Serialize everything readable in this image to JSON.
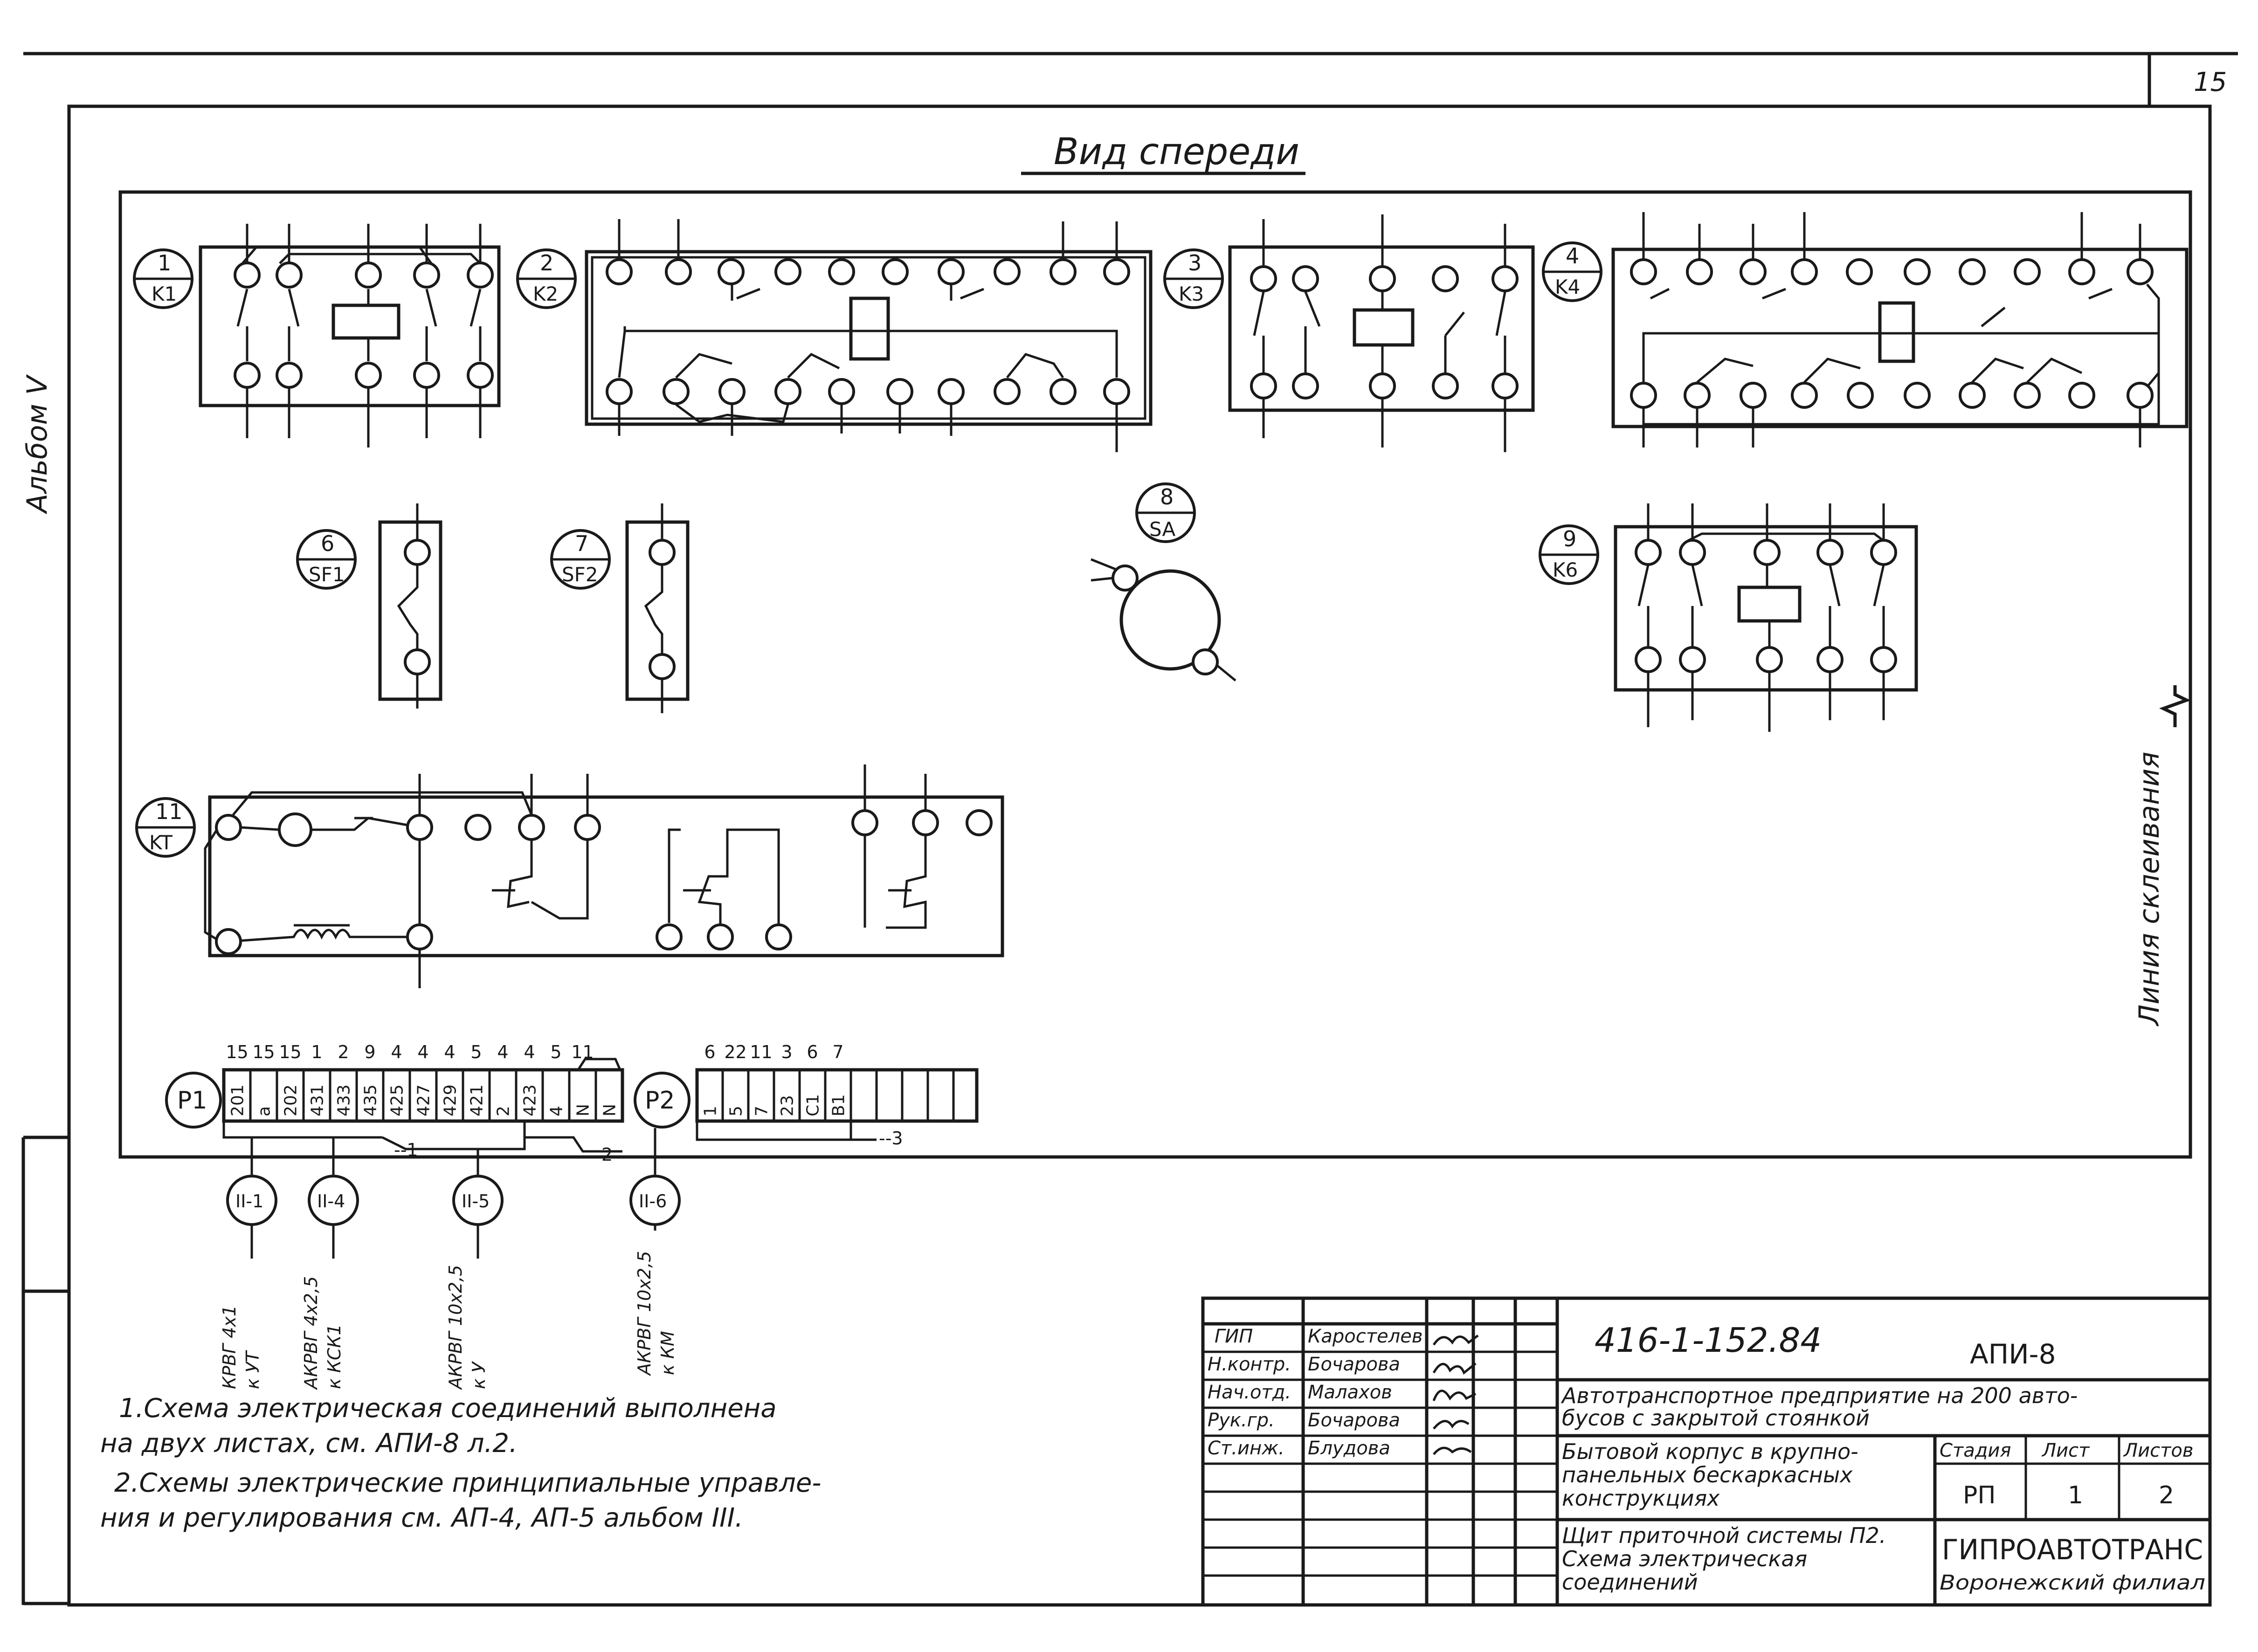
{
  "page_number": "15",
  "view_title": "Вид спереди",
  "album_label": "Альбом V",
  "glue_line_label": "Линия склеивания",
  "devices": {
    "k1": {
      "num": "1",
      "code": "K1"
    },
    "k2": {
      "num": "2",
      "code": "K2"
    },
    "k3": {
      "num": "3",
      "code": "K3"
    },
    "k4": {
      "num": "4",
      "code": "K4"
    },
    "sf1": {
      "num": "6",
      "code": "SF1"
    },
    "sf2": {
      "num": "7",
      "code": "SF2"
    },
    "sa": {
      "num": "8",
      "code": "SA"
    },
    "k6": {
      "num": "9",
      "code": "K6"
    },
    "kt": {
      "num": "11",
      "code": "KT"
    }
  },
  "terminal_blocks": {
    "p1": {
      "label": "P1",
      "top_wires": [
        "15",
        "15",
        "15",
        "1",
        "2",
        "9",
        "4",
        "4",
        "4",
        "5",
        "4",
        "4",
        "5",
        "11"
      ],
      "cells": [
        "201",
        "a",
        "202",
        "431",
        "433",
        "435",
        "425",
        "427",
        "429",
        "421",
        "2",
        "423",
        "4",
        "N",
        "N"
      ]
    },
    "p2": {
      "label": "P2",
      "top_wires": [
        "6",
        "22",
        "11",
        "3",
        "6",
        "7"
      ],
      "cells": [
        "1",
        "5",
        "7",
        "23",
        "C1",
        "B1"
      ]
    }
  },
  "cables": [
    {
      "id": "II-1",
      "spec": "КРВГ 4x1",
      "dest": "к УТ"
    },
    {
      "id": "II-4",
      "spec": "АКРВГ 4x2,5",
      "dest": "к КСК1"
    },
    {
      "id": "II-5",
      "spec": "АКРВГ 10x2,5",
      "dest": "к У"
    },
    {
      "id": "II-6",
      "spec": "АКРВГ 10x2,5",
      "dest": "к КМ"
    }
  ],
  "notes": {
    "note1_line1": "1.Схема электрическая соединений выполнена",
    "note1_line2": "на двух листах, см. АПИ-8 л.2.",
    "note2_line1": "2.Схемы электрические принципиальные управле-",
    "note2_line2": "ния и регулирования см. АП-4, АП-5 альбом III."
  },
  "title_block": {
    "roles": [
      {
        "role": "ГИП",
        "name": "Каростелев"
      },
      {
        "role": "Н.контр.",
        "name": "Бочарова"
      },
      {
        "role": "Нач.отд.",
        "name": "Малахов"
      },
      {
        "role": "Рук.гр.",
        "name": "Бочарова"
      },
      {
        "role": "Ст.инж.",
        "name": "Блудова"
      }
    ],
    "doc_number": "416-1-152.84",
    "doc_code": "АПИ-8",
    "project_line1": "Автотранспортное предприятие на 200 авто-",
    "project_line2": "бусов с закрытой стоянкой",
    "building_line1": "Бытовой корпус в крупно-",
    "building_line2": "панельных бескаркасных",
    "building_line3": "конструкциях",
    "stage_header": "Стадия",
    "sheet_header": "Лист",
    "sheets_header": "Листов",
    "stage_value": "РП",
    "sheet_value": "1",
    "sheets_value": "2",
    "drawing_line1": "Щит приточной системы П2.",
    "drawing_line2": "Схема электрическая",
    "drawing_line3": "соединений",
    "org_name": "ГИПРОАВТОТРАНС",
    "org_branch": "Воронежский филиал"
  }
}
